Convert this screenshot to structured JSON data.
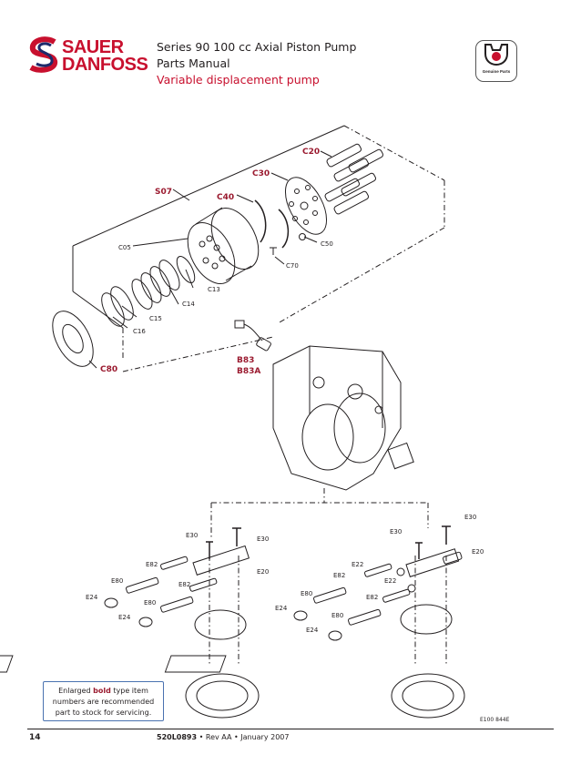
{
  "header": {
    "brand_line1": "SAUER",
    "brand_line2": "DANFOSS",
    "title": "Series 90 100 cc Axial Piston Pump",
    "subtitle": "Parts Manual",
    "section": "Variable displacement pump",
    "badge_text": "Genuine Parts"
  },
  "diagram": {
    "labels_bold": {
      "C20": "C20",
      "C30": "C30",
      "S07": "S07",
      "C40": "C40",
      "C80": "C80",
      "B83": "B83",
      "B83A": "B83A"
    },
    "labels": {
      "C05": "C05",
      "C50": "C50",
      "C70": "C70",
      "C13": "C13",
      "C14": "C14",
      "C15": "C15",
      "C16": "C16",
      "L_E30a": "E30",
      "L_E30b": "E30",
      "L_E82a": "E82",
      "L_E20a": "E20",
      "L_E80a": "E80",
      "L_E82b": "E82",
      "L_E24a": "E24",
      "L_E80b": "E80",
      "L_E24b": "E24",
      "R_E30a": "E30",
      "R_E30b": "E30",
      "R_E20": "E20",
      "R_E22a": "E22",
      "R_E82a": "E82",
      "R_E22b": "E22",
      "R_E80a": "E80",
      "R_E82b": "E82",
      "R_E24a": "E24",
      "R_E80b": "E80",
      "R_E24b": "E24"
    }
  },
  "note": {
    "line1_pre": "Enlarged",
    "line1_bold": "bold",
    "line1_post": "type item",
    "line2": "numbers are recommended",
    "line3": "part to stock for servicing."
  },
  "doc_id": "E100 844E",
  "footer": {
    "page": "14",
    "doc_number": "520L0893",
    "revision": " • Rev AA • January 2007"
  },
  "colors": {
    "brand_red": "#c8102e",
    "label_red": "#9b1b30",
    "note_border": "#4a72b0"
  }
}
